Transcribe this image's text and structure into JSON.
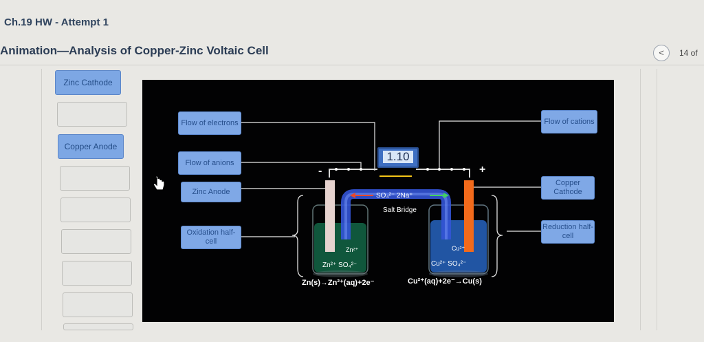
{
  "header": {
    "hw_title": "Ch.19 HW - Attempt 1",
    "page_title": "Animation—Analysis of Copper-Zinc Voltaic Cell",
    "pager_prev": "<",
    "pager_text": "14 of"
  },
  "label_bank": {
    "placed_labels": [
      "Zinc Cathode",
      "Copper Anode"
    ]
  },
  "targets": {
    "flow_of_electrons": "Flow of electrons",
    "flow_of_anions": "Flow of anions",
    "zinc_anode": "Zinc Anode",
    "oxidation_half_cell": "Oxidation half-cell",
    "flow_of_cations": "Flow of cations",
    "copper_cathode": "Copper Cathode",
    "reduction_half_cell": "Reduction half-cell"
  },
  "cell": {
    "voltage": "1.10",
    "negative_sign": "-",
    "positive_sign": "+",
    "salt_bridge_ions": "SO₄²⁻  2Na⁺",
    "salt_bridge_label": "Salt Bridge",
    "left_ion_top": "Zn²⁺",
    "left_ions": "Zn²⁺  SO₄²⁻",
    "right_ion_top": "Cu²⁺",
    "right_ions": "Cu²⁺  SO₄²⁻",
    "left_equation": "Zn(s)→Zn²⁺(aq)+2e⁻",
    "right_equation": "Cu²⁺(aq)+2e⁻→Cu(s)"
  },
  "colors": {
    "label_fill": "#7fa8e6",
    "zinc_electrode": "#e6d3cf",
    "copper_electrode": "#f26a1b",
    "left_solution": "#1d9e6c",
    "right_solution": "#2f79e8",
    "salt_bridge": "#3354d6"
  }
}
